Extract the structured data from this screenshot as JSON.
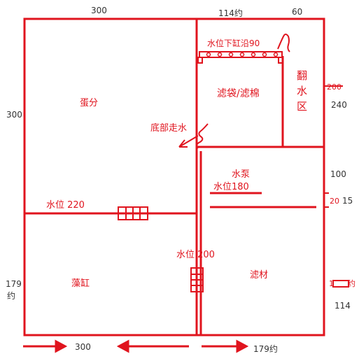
{
  "dimensions": {
    "top_left": "300",
    "top_middle": "114约",
    "top_right": "60",
    "left_top": "300",
    "left_bottom_value": "179",
    "left_bottom_suffix": "约",
    "right_240": "240",
    "right_100": "100",
    "right_15": "15",
    "right_114": "114",
    "bottom_left": "300",
    "bottom_right": "179约"
  },
  "labels": {
    "protein_skimmer": "蛋分",
    "bottom_drain": "底部走水",
    "overflow_level": "水位下缸沿90",
    "filter_bag": "滤袋/滤棉",
    "return_pump": "水泵",
    "water_level_180": "水位180",
    "water_level_220": "水位 220",
    "water_level_200": "水位 200",
    "algae_tank": "藻缸",
    "filter_media": "滤材",
    "flip_area_1": "翻",
    "flip_area_2": "水",
    "flip_area_3": "区",
    "partition_200": "200",
    "partition_20": "20",
    "side_label_1": "1",
    "side_label_yue": "约"
  },
  "colors": {
    "wall": "#e0141e",
    "dimension_text": "#333333"
  }
}
